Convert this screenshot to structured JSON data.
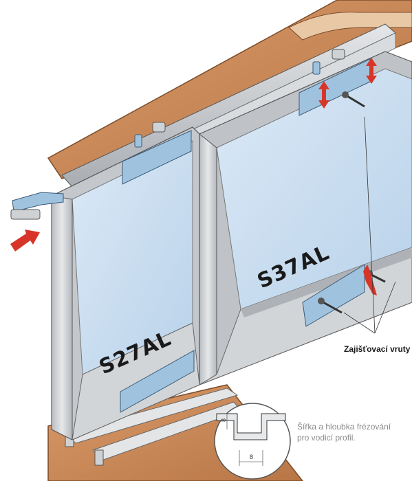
{
  "labels": {
    "left_door": "S27AL",
    "right_door": "S37AL",
    "callout": "Zajišťovací vruty",
    "note_line1": "Šířka a hloubka frézování",
    "note_line2": "pro vodicí profil.",
    "dim_vertical": "8",
    "dim_horizontal": "8"
  },
  "colors": {
    "wood": "#c98a5a",
    "wood_dark": "#a8693e",
    "aluminium": "#d4d7da",
    "aluminium_dark": "#a9adb2",
    "glass": "#c9ddf0",
    "bracket": "#9fc3de",
    "arrow_red": "#d8352a"
  },
  "icons": [
    "screw-icon",
    "adjust-arrow-icon",
    "insert-arrow-icon"
  ]
}
